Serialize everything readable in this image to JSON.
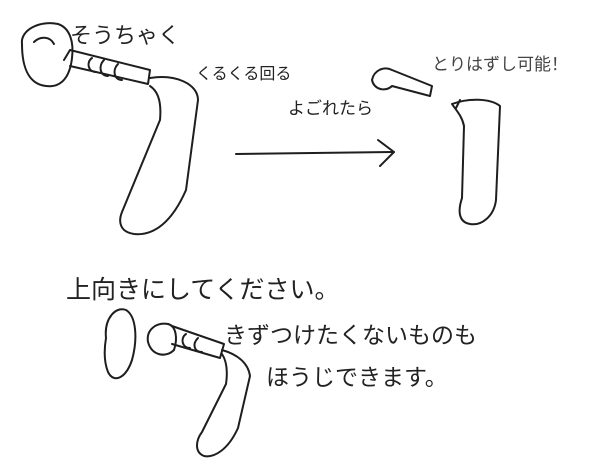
{
  "notes": {
    "attach": "そうちゃく",
    "rotate": "くるくる回る",
    "dirty": "よごれたら",
    "removable": "とりはずし可能！",
    "upward": "上向きにしてください。",
    "protect_line1": "きずつけたくないものも",
    "protect_line2": "ほうじできます。"
  }
}
